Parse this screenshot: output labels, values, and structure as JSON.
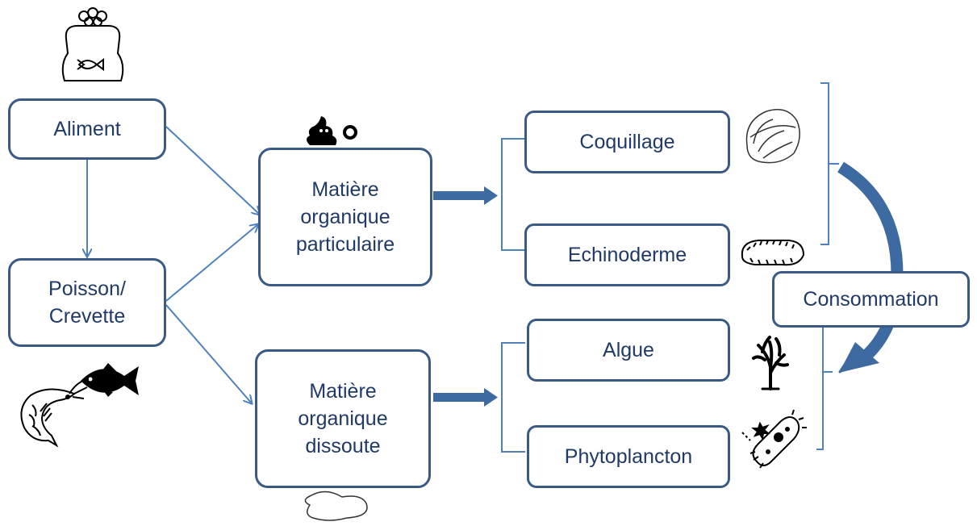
{
  "nodes": {
    "aliment": "Aliment",
    "poisson": "Poisson/\nCrevette",
    "mop": "Matière\norganique\nparticulaire",
    "mod": "Matière\norganique\ndissoute",
    "coquillage": "Coquillage",
    "echinoderme": "Echinoderme",
    "algue": "Algue",
    "phyto": "Phytoplancton",
    "consommation": "Consommation"
  },
  "icons": {
    "feed_bag": "feed-bag-icon",
    "poop": "feces-icon",
    "oyster": "oyster-icon",
    "sea_cucumber": "sea-cucumber-icon",
    "seaweed": "seaweed-icon",
    "phytoplankton": "phytoplankton-icon",
    "shrimp": "shrimp-icon",
    "fish": "fish-icon",
    "puddle": "dissolved-matter-icon"
  },
  "colors": {
    "box_border": "#3a5a85",
    "text": "#1f3a66",
    "arrow": "#4f81bd",
    "thick_arrow": "#3d6aa0"
  }
}
